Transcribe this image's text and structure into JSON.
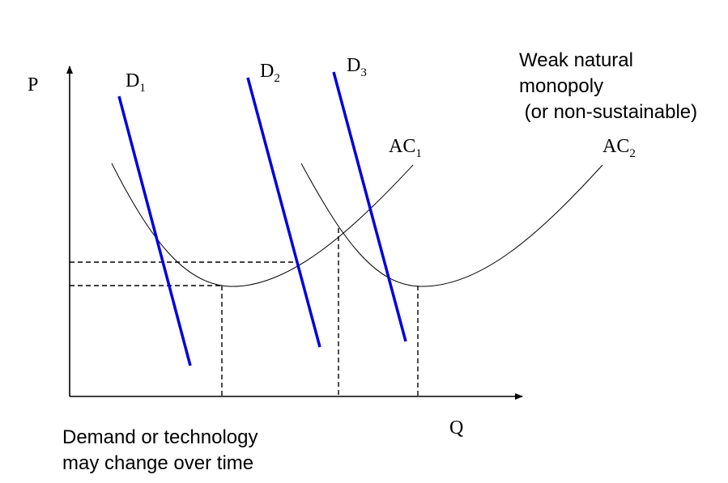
{
  "axes": {
    "y_label": "P",
    "x_label": "Q"
  },
  "curves": {
    "demand": [
      {
        "letter": "D",
        "sub": "1"
      },
      {
        "letter": "D",
        "sub": "2"
      },
      {
        "letter": "D",
        "sub": "3"
      }
    ],
    "average_cost": [
      {
        "letter": "AC",
        "sub": "1"
      },
      {
        "letter": "AC",
        "sub": "2"
      }
    ]
  },
  "annotations": {
    "title_lines": [
      "Weak natural",
      "monopoly",
      " (or non-sustainable)"
    ],
    "note_lines": [
      "Demand or technology",
      "may change over time"
    ]
  },
  "colors": {
    "demand": "#0000dd",
    "curves": "#000000"
  }
}
